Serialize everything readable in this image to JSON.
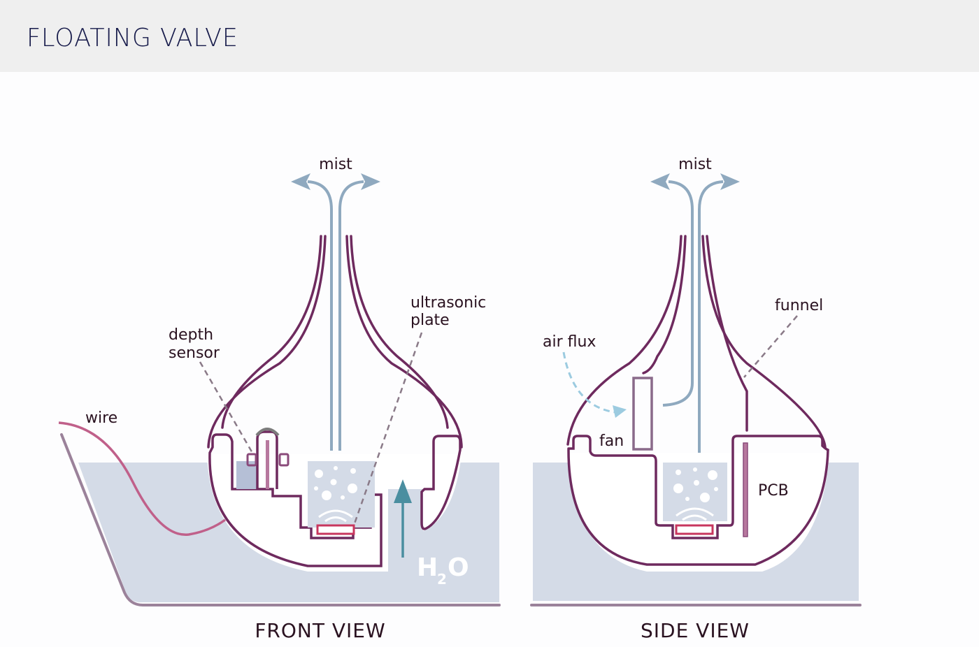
{
  "header": {
    "title": "FLOATING VALVE"
  },
  "colors": {
    "header_bg": "#efefef",
    "title": "#161a4a",
    "housing": "#6e2a5e",
    "water": "#d4dbe7",
    "mist": "#8fa9bf",
    "wire": "#c0608a",
    "plate": "#c8365e",
    "dashed_leader": "#8a7a88",
    "water_arrow": "#4a8ea0",
    "air_flux": "#9ccbe0"
  },
  "front_view": {
    "caption": "FRONT VIEW",
    "labels": {
      "mist": "mist",
      "depth_sensor_line1": "depth",
      "depth_sensor_line2": "sensor",
      "ultrasonic_line1": "ultrasonic",
      "ultrasonic_line2": "plate",
      "wire": "wire",
      "water_main": "H",
      "water_sub": "2",
      "water_end": "O"
    }
  },
  "side_view": {
    "caption": "SIDE VIEW",
    "labels": {
      "mist": "mist",
      "funnel": "funnel",
      "air_flux": "air flux",
      "fan": "fan",
      "pcb": "PCB"
    }
  }
}
